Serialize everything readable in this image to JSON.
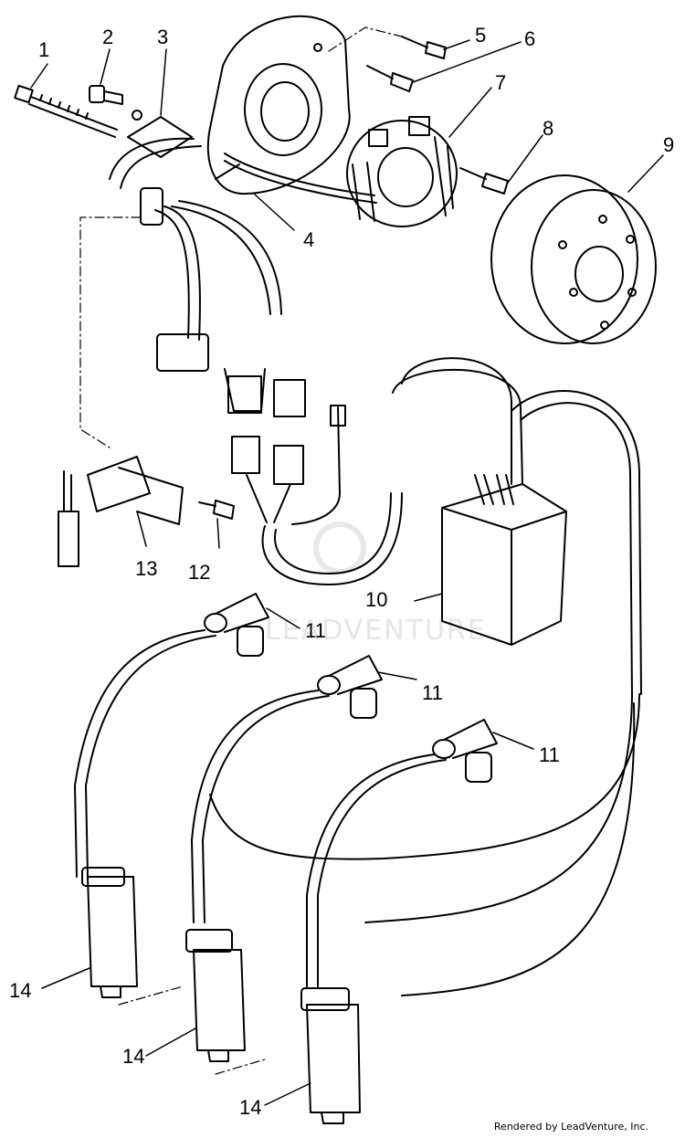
{
  "diagram": {
    "callouts": [
      "1",
      "2",
      "3",
      "4",
      "5",
      "6",
      "7",
      "8",
      "9",
      "10",
      "11",
      "11",
      "11",
      "12",
      "13",
      "14",
      "14",
      "14"
    ]
  },
  "watermark": "LEADVENTURE",
  "footer": "Rendered by LeadVenture, Inc."
}
